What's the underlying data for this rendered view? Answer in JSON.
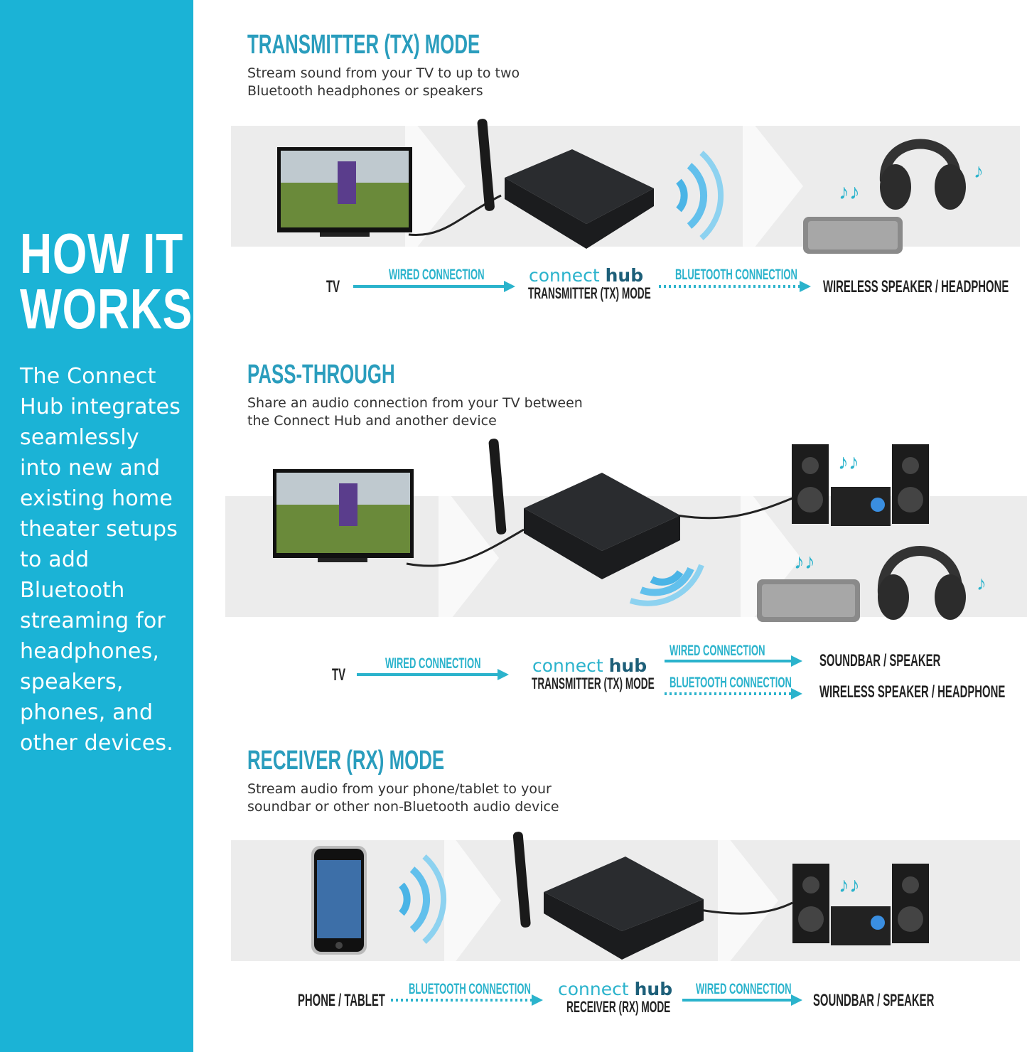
{
  "sidebar": {
    "heading": "HOW IT\nWORKS",
    "text": "The Connect Hub integrates seamlessly into new and existing home theater setups to add Bluetooth streaming for headphones, speakers, phones, and other devices.",
    "background": "#1bb3d6"
  },
  "logo": {
    "part1": "connect",
    "part2": "hub"
  },
  "sections": [
    {
      "title": "TRANSMITTER (TX) MODE",
      "subtitle": "Stream sound from your TV to up to two Bluetooth headphones or speakers",
      "source": "TV",
      "link1": "WIRED CONNECTION",
      "hub_mode": "TRANSMITTER (TX) MODE",
      "link2": "BLUETOOTH CONNECTION",
      "target": "WIRELESS SPEAKER / HEADPHONE"
    },
    {
      "title": "PASS-THROUGH",
      "subtitle": "Share an audio connection from your TV between the Connect Hub and another device",
      "source": "TV",
      "link1": "WIRED CONNECTION",
      "hub_mode": "TRANSMITTER (TX) MODE",
      "link2": "WIRED CONNECTION",
      "target": "SOUNDBAR / SPEAKER",
      "link3": "BLUETOOTH CONNECTION",
      "target2": "WIRELESS SPEAKER / HEADPHONE"
    },
    {
      "title": "RECEIVER (RX) MODE",
      "subtitle": "Stream audio from your phone/tablet to your soundbar or other non-Bluetooth audio device",
      "source": "PHONE / TABLET",
      "link1": "BLUETOOTH CONNECTION",
      "hub_mode": "RECEIVER (RX) MODE",
      "link2": "WIRED CONNECTION",
      "target": "SOUNDBAR / SPEAKER"
    }
  ],
  "colors": {
    "accent": "#2bb3cc",
    "title": "#2a9dbd",
    "band": "#ececec"
  }
}
